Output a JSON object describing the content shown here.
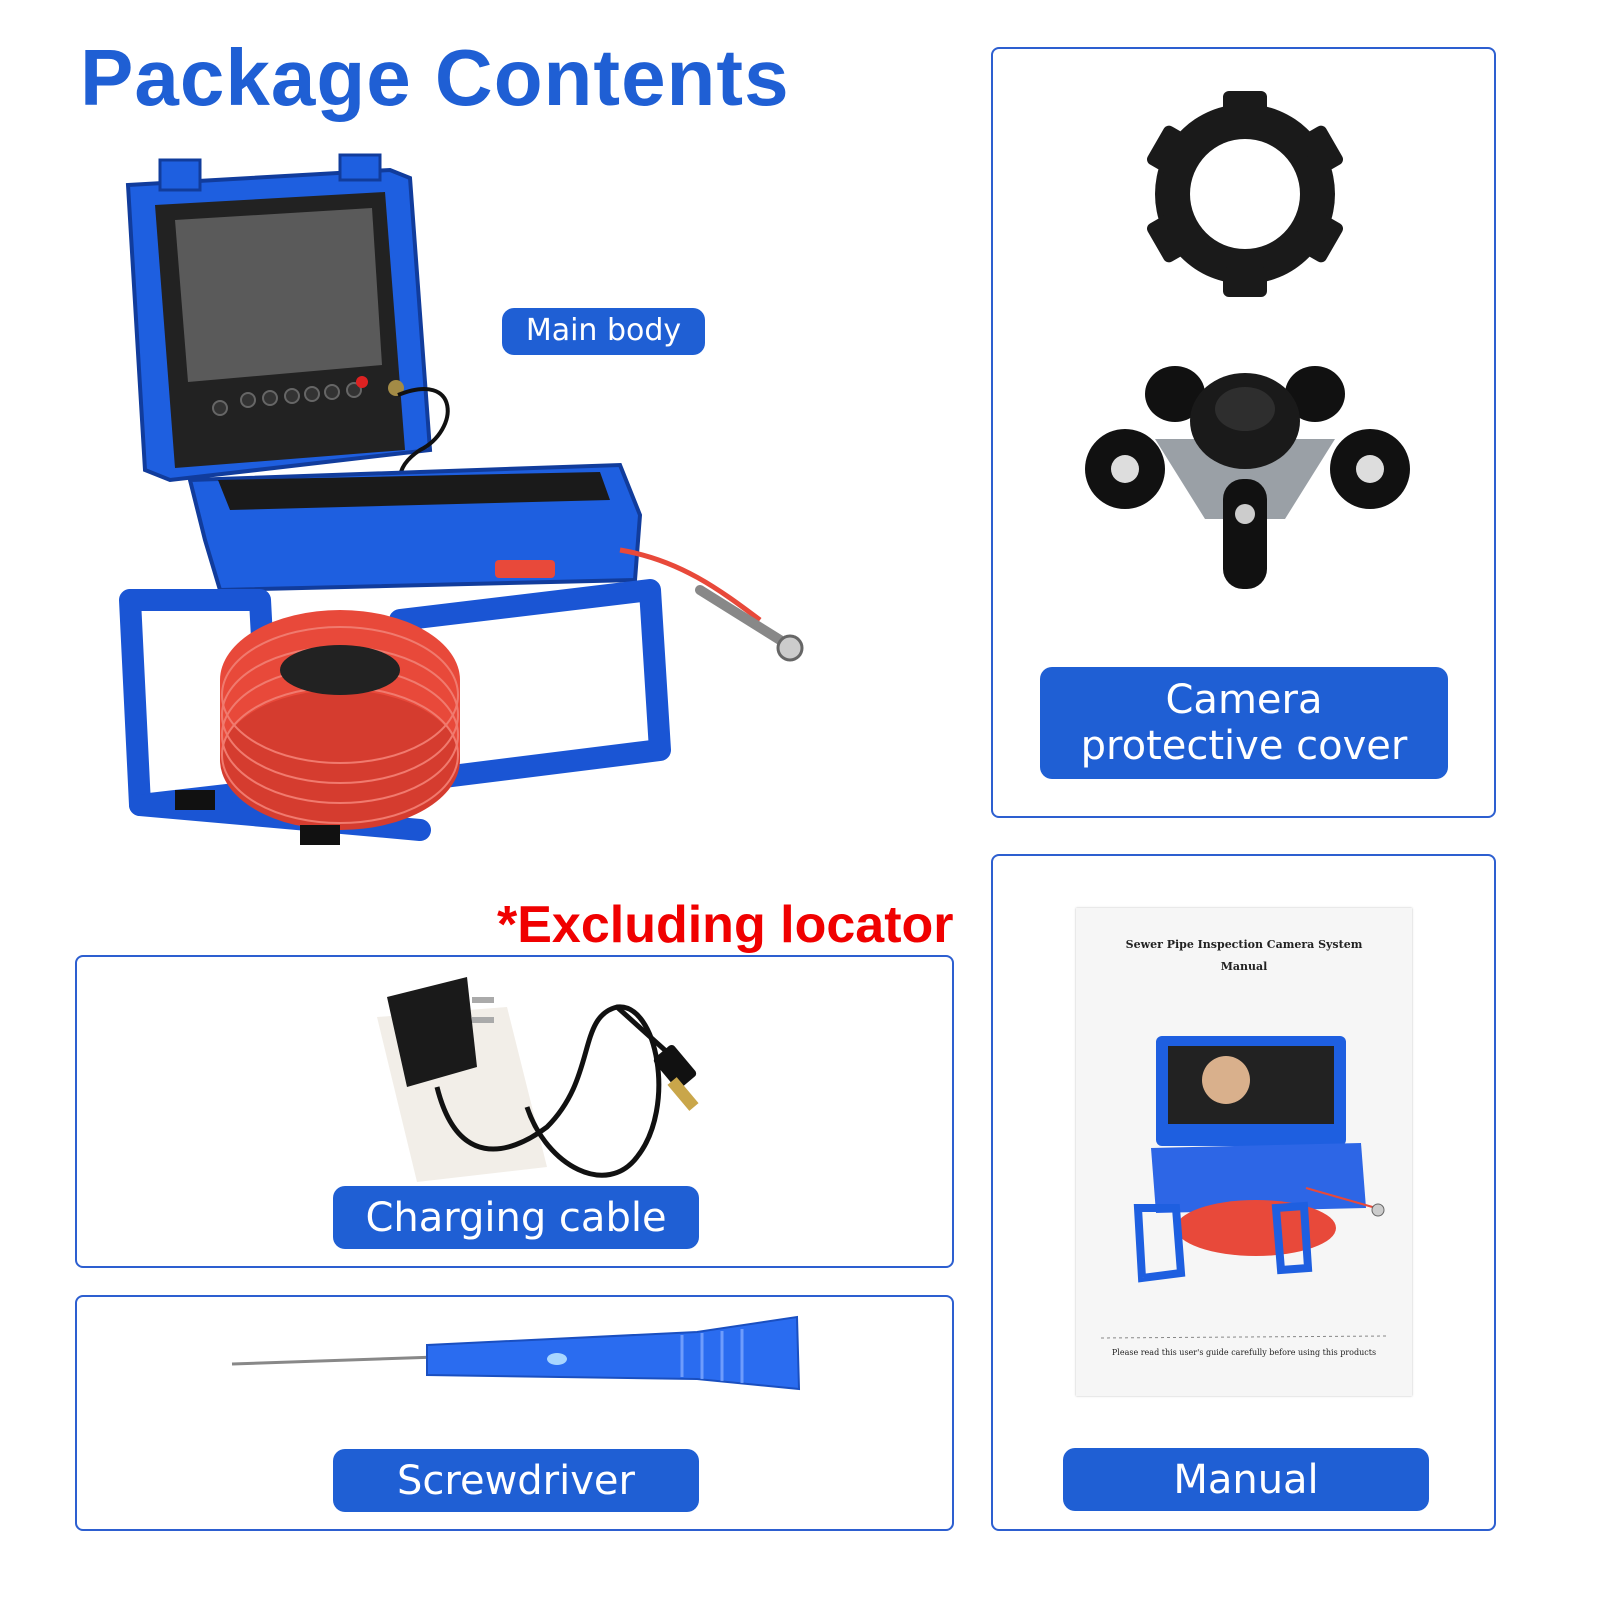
{
  "header": {
    "title": "Package Contents"
  },
  "note": "*Excluding locator",
  "items": [
    {
      "label": "Main body",
      "icon": "pipe-inspection-camera-case"
    },
    {
      "label": "Camera protective cover",
      "icon": "camera-protective-cover"
    },
    {
      "label": "Charging cable",
      "icon": "power-adapter"
    },
    {
      "label": "Screwdriver",
      "icon": "screwdriver"
    },
    {
      "label": "Manual",
      "icon": "user-manual"
    }
  ],
  "manual": {
    "heading": "Sewer Pipe Inspection Camera System",
    "subheading": "Manual",
    "footer": "Please read this user's guide carefully before using this products"
  },
  "colors": {
    "brand_blue": "#1f5fd4",
    "warning_red": "#f00000",
    "cable_red": "#e8493a"
  }
}
